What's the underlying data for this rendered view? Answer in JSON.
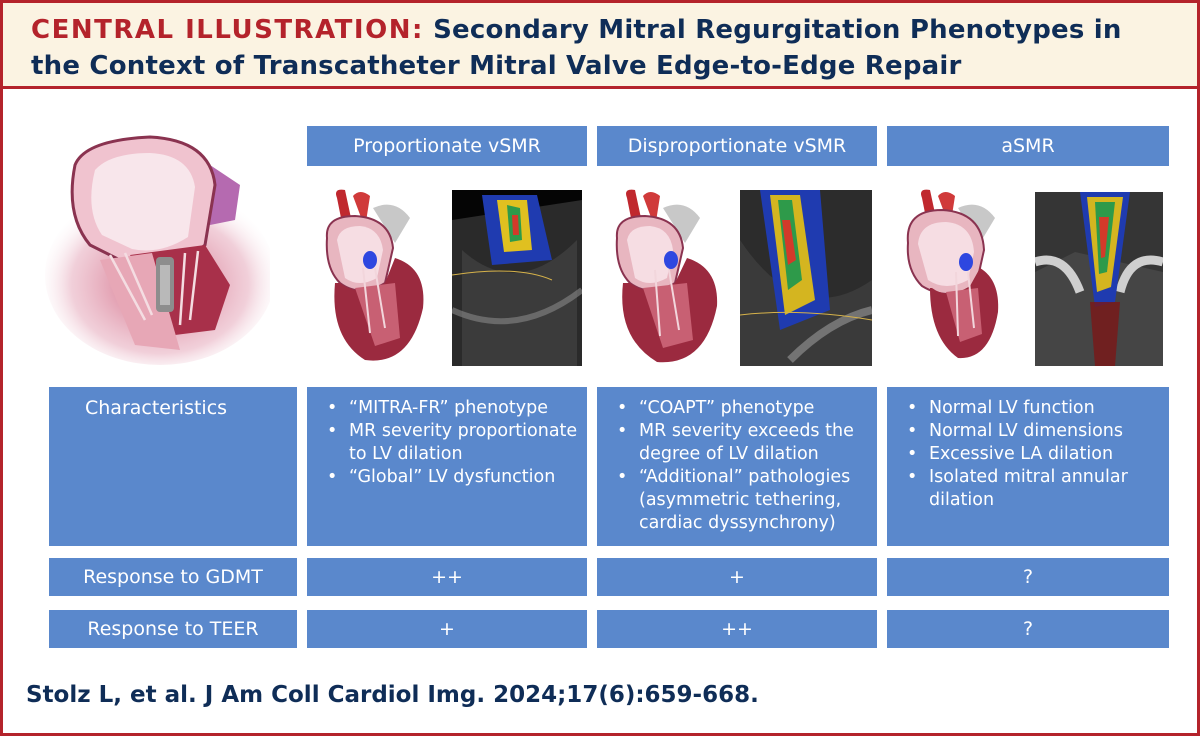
{
  "header": {
    "prefix": "CENTRAL ILLUSTRATION:",
    "title_line1": "Secondary Mitral Regurgitation Phenotypes in",
    "title_line2": "the Context of Transcatheter Mitral Valve Edge-to-Edge Repair"
  },
  "columns": [
    "Proportionate vSMR",
    "Disproportionate vSMR",
    "aSMR"
  ],
  "rows": {
    "characteristics_label": "Characteristics",
    "characteristics": [
      [
        "“MITRA-FR” phenotype",
        "MR severity proportionate to LV dilation",
        "“Global” LV dysfunction"
      ],
      [
        "“COAPT” phenotype",
        "MR severity exceeds the degree of LV dilation",
        "“Additional” pathologies (asymmetric tethering, cardiac dyssynchrony)"
      ],
      [
        "Normal LV function",
        "Normal LV dimensions",
        "Excessive LA dilation",
        "Isolated mitral annular dilation"
      ]
    ],
    "gdmt_label": "Response to GDMT",
    "gdmt": [
      "++",
      "+",
      "?"
    ],
    "teer_label": "Response to TEER",
    "teer": [
      "+",
      "++",
      "?"
    ]
  },
  "citation": "Stolz L, et al. J Am Coll Cardiol Img. 2024;17(6):659-668.",
  "colors": {
    "border": "#b4232b",
    "header_bg": "#fbf3e2",
    "title_navy": "#0f2d57",
    "box_blue": "#5a88cc"
  }
}
